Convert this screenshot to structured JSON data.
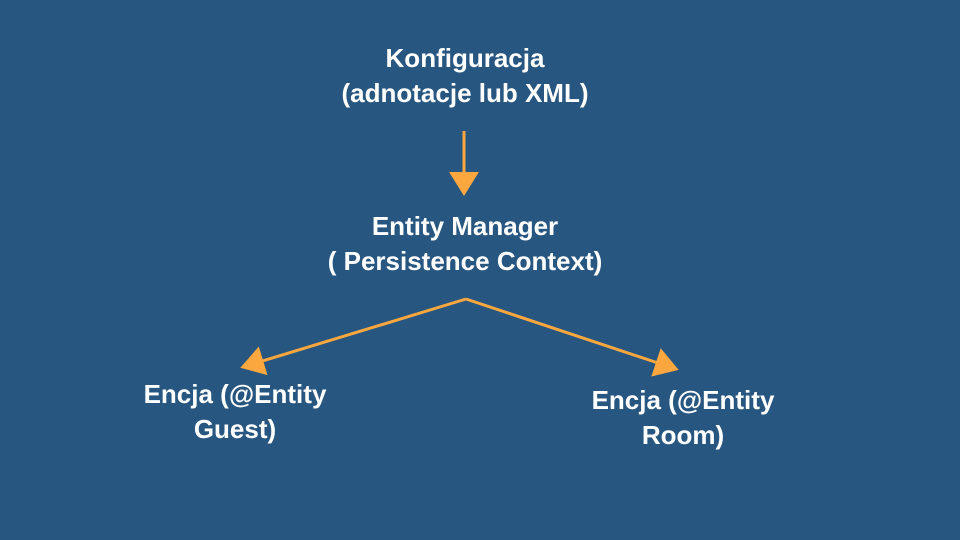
{
  "colors": {
    "background": "#275680",
    "text": "#ffffff",
    "arrow": "#f9a73e"
  },
  "nodes": {
    "config": {
      "line1": "Konfiguracja",
      "line2": "(adnotacje lub XML)"
    },
    "entity_manager": {
      "line1": "Entity Manager",
      "line2": "( Persistence Context)"
    },
    "entity_guest": {
      "line1": "Encja (@Entity",
      "line2": "Guest)"
    },
    "entity_room": {
      "line1": "Encja (@Entity",
      "line2": "Room)"
    }
  },
  "edges": [
    {
      "from": "config",
      "to": "entity_manager"
    },
    {
      "from": "entity_manager",
      "to": "entity_guest"
    },
    {
      "from": "entity_manager",
      "to": "entity_room"
    }
  ]
}
